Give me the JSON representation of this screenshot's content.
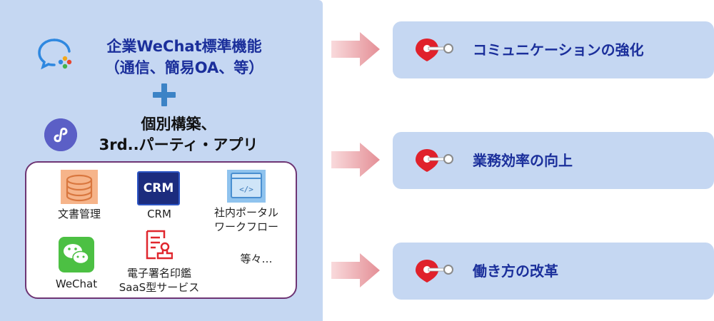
{
  "left": {
    "title_line1": "企業WeChat標準機能",
    "title_line2": "（通信、簡易OA、等）",
    "subtitle_line1": "個別構築、",
    "subtitle_line2": "3rd..パーティ・アプリ"
  },
  "apps": [
    {
      "line1": "文書管理",
      "line2": "",
      "icon": "document-stack-icon"
    },
    {
      "line1": "CRM",
      "line2": "",
      "icon": "crm-icon",
      "badge": "CRM"
    },
    {
      "line1": "社内ポータル",
      "line2": "ワークフロー",
      "icon": "code-window-icon"
    },
    {
      "line1": "WeChat",
      "line2": "",
      "icon": "wechat-icon"
    },
    {
      "line1": "電子署名印鑑",
      "line2": "SaaS型サービス",
      "icon": "seal-document-icon"
    },
    {
      "line1": "等々…",
      "line2": ""
    }
  ],
  "results": [
    {
      "label": "コミュニケーションの強化",
      "icon": "pin-key-icon"
    },
    {
      "label": "業務効率の向上",
      "icon": "pin-key-icon"
    },
    {
      "label": "働き方の改革",
      "icon": "pin-key-icon"
    }
  ],
  "colors": {
    "panel": "#c5d7f2",
    "title": "#1b2f9b",
    "arrow": "#e8a3a8",
    "border": "#6e3574",
    "pin": "#e0212b"
  }
}
